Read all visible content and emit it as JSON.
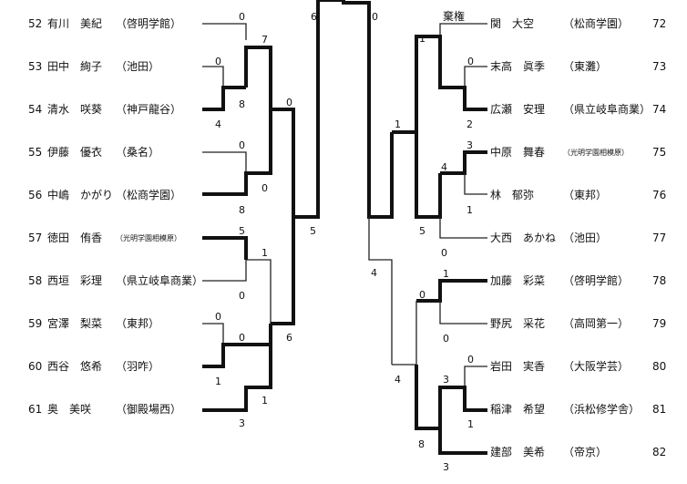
{
  "left_players": [
    {
      "no": "52",
      "name": "有川　美紀",
      "school": "（啓明学館）",
      "s": "n"
    },
    {
      "no": "53",
      "name": "田中　絢子",
      "school": "（池田）",
      "s": "n"
    },
    {
      "no": "54",
      "name": "清水　咲葵",
      "school": "（神戸龍谷）",
      "s": "n"
    },
    {
      "no": "55",
      "name": "伊藤　優衣",
      "school": "（桑名）",
      "s": "n"
    },
    {
      "no": "56",
      "name": "中嶋　かがり",
      "school": "（松商学園）",
      "s": "n"
    },
    {
      "no": "57",
      "name": "徳田　侑香",
      "school": "（光明学園相模原）",
      "s": "s"
    },
    {
      "no": "58",
      "name": "西垣　彩理",
      "school": "（県立岐阜商業）",
      "s": "n"
    },
    {
      "no": "59",
      "name": "宮澤　梨菜",
      "school": "（東邦）",
      "s": "n"
    },
    {
      "no": "60",
      "name": "西谷　悠希",
      "school": "（羽咋）",
      "s": "n"
    },
    {
      "no": "61",
      "name": "奥　美咲",
      "school": "（御殿場西）",
      "s": "n"
    }
  ],
  "right_players": [
    {
      "no": "72",
      "name": "関　大空",
      "school": "（松商学園）",
      "s": "n"
    },
    {
      "no": "73",
      "name": "末高　眞季",
      "school": "（東灘）",
      "s": "n"
    },
    {
      "no": "74",
      "name": "広瀬　安理",
      "school": "（県立岐阜商業）",
      "s": "n"
    },
    {
      "no": "75",
      "name": "中原　舞春",
      "school": "（光明学園相模原）",
      "s": "s"
    },
    {
      "no": "76",
      "name": "林　郁弥",
      "school": "（東邦）",
      "s": "n"
    },
    {
      "no": "77",
      "name": "大西　あかね",
      "school": "（池田）",
      "s": "n"
    },
    {
      "no": "78",
      "name": "加藤　彩菜",
      "school": "（啓明学館）",
      "s": "n"
    },
    {
      "no": "79",
      "name": "野尻　采花",
      "school": "（高岡第一）",
      "s": "n"
    },
    {
      "no": "80",
      "name": "岩田　実香",
      "school": "（大阪学芸）",
      "s": "n"
    },
    {
      "no": "81",
      "name": "稲津　希望",
      "school": "（浜松修学舎）",
      "s": "n"
    },
    {
      "no": "82",
      "name": "建部　美希",
      "school": "（帝京）",
      "s": "n"
    }
  ],
  "scores": [
    "0",
    "7",
    "0",
    "8",
    "4",
    "0",
    "6",
    "0",
    "8",
    "0",
    "5",
    "1",
    "0",
    "0",
    "0",
    "1",
    "6",
    "3",
    "1",
    "5",
    "0",
    "棄権",
    "1",
    "0",
    "2",
    "1",
    "3",
    "4",
    "1",
    "5",
    "0",
    "4",
    "1",
    "0",
    "0",
    "0",
    "3",
    "1",
    "4",
    "8",
    "3"
  ]
}
